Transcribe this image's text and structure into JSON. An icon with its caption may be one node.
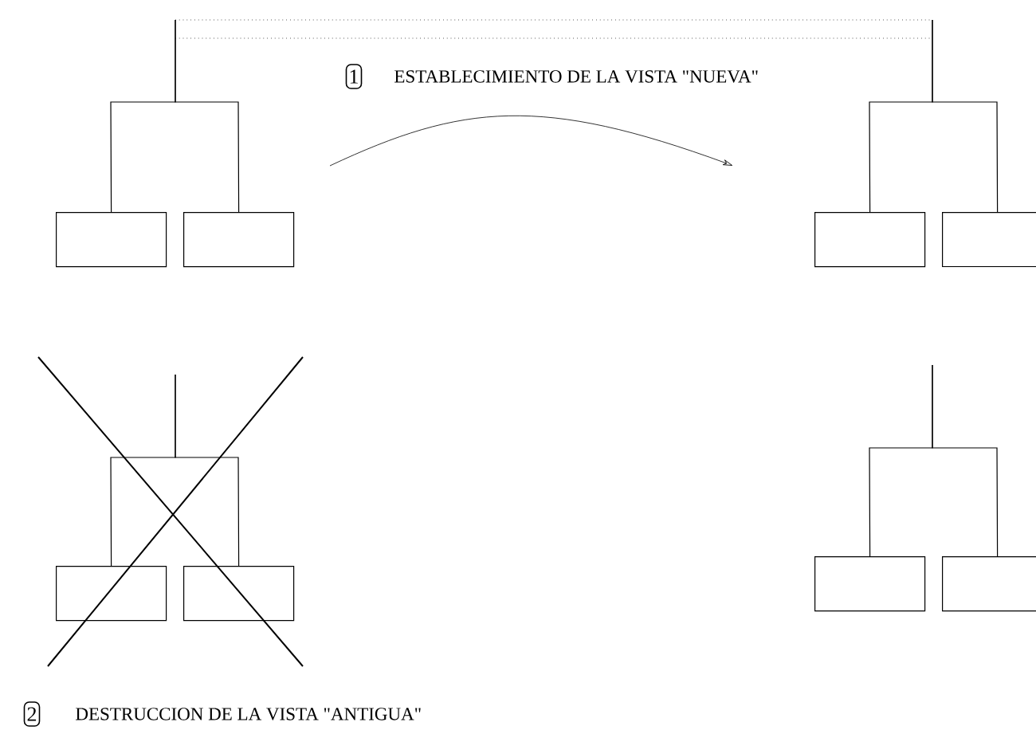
{
  "diagram": {
    "nodes": [
      {
        "text": [],
        "shape": "box"
      },
      {
        "text": [],
        "shape": "box"
      },
      {
        "text": [],
        "shape": "box"
      },
      {
        "text": [],
        "shape": "box"
      },
      {
        "text": [],
        "shape": "box"
      },
      {
        "text": [],
        "shape": "box"
      },
      {
        "text": [],
        "shape": "box"
      },
      {
        "text": [],
        "shape": "box"
      }
    ],
    "edges": [
      {
        "from": null,
        "to": 0,
        "arrow": "none"
      },
      {
        "from": null,
        "to": 1,
        "arrow": "none"
      },
      {
        "from": null,
        "to": 2,
        "arrow": "none"
      },
      {
        "from": null,
        "to": 3,
        "arrow": "none"
      },
      {
        "from": null,
        "to": 4,
        "arrow": "none"
      },
      {
        "from": null,
        "to": 5,
        "arrow": "none"
      },
      {
        "from": null,
        "to": 6,
        "arrow": "none"
      },
      {
        "from": null,
        "to": 7,
        "arrow": "none"
      }
    ],
    "labels": [
      "1",
      "ESTABLECIMIENTO DE LA VISTA \"NUEVA\"",
      "2",
      "DESTRUCCION DE LA VISTA \"ANTIGUA\""
    ]
  }
}
